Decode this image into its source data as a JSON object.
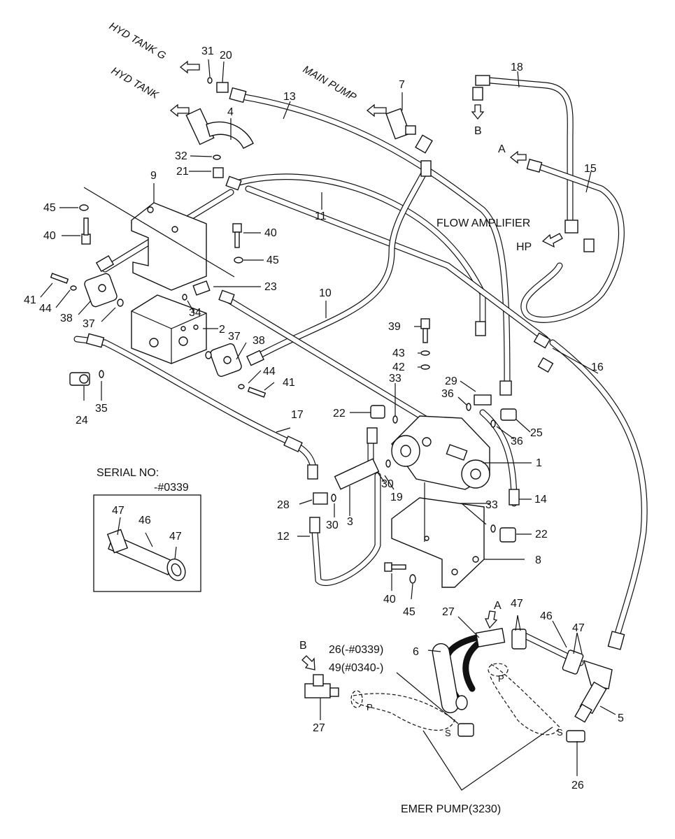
{
  "labels": {
    "hyd_tank_g": "HYD TANK G",
    "hyd_tank": "HYD TANK",
    "main_pump": "MAIN PUMP",
    "flow_amplifier": "FLOW AMPLIFIER",
    "hp": "HP",
    "a_top": "A",
    "b_top": "B",
    "a_bottom": "A",
    "b_bottom": "B",
    "serial_no": "SERIAL NO:",
    "serial_range": "-#0339",
    "note_26": "26(-#0339)",
    "note_49": "49(#0340-)",
    "emer_pump": "EMER PUMP(3230)",
    "port_p1": "P",
    "port_s1": "S",
    "port_p2": "P",
    "port_s2": "S"
  },
  "callouts": [
    {
      "id": "n31",
      "text": "31"
    },
    {
      "id": "n20",
      "text": "20"
    },
    {
      "id": "n4",
      "text": "4"
    },
    {
      "id": "n13",
      "text": "13"
    },
    {
      "id": "n7",
      "text": "7"
    },
    {
      "id": "n18",
      "text": "18"
    },
    {
      "id": "n15",
      "text": "15"
    },
    {
      "id": "n32",
      "text": "32"
    },
    {
      "id": "n21",
      "text": "21"
    },
    {
      "id": "n9",
      "text": "9"
    },
    {
      "id": "n11",
      "text": "11"
    },
    {
      "id": "n45a",
      "text": "45"
    },
    {
      "id": "n40a",
      "text": "40"
    },
    {
      "id": "n40b",
      "text": "40"
    },
    {
      "id": "n45b",
      "text": "45"
    },
    {
      "id": "n23",
      "text": "23"
    },
    {
      "id": "n41a",
      "text": "41"
    },
    {
      "id": "n44a",
      "text": "44"
    },
    {
      "id": "n38a",
      "text": "38"
    },
    {
      "id": "n37a",
      "text": "37"
    },
    {
      "id": "n34",
      "text": "34"
    },
    {
      "id": "n10",
      "text": "10"
    },
    {
      "id": "n2",
      "text": "2"
    },
    {
      "id": "n37b",
      "text": "37"
    },
    {
      "id": "n38b",
      "text": "38"
    },
    {
      "id": "n44b",
      "text": "44"
    },
    {
      "id": "n41b",
      "text": "41"
    },
    {
      "id": "n24",
      "text": "24"
    },
    {
      "id": "n35",
      "text": "35"
    },
    {
      "id": "n39",
      "text": "39"
    },
    {
      "id": "n43",
      "text": "43"
    },
    {
      "id": "n42",
      "text": "42"
    },
    {
      "id": "n33a",
      "text": "33"
    },
    {
      "id": "n29",
      "text": "29"
    },
    {
      "id": "n16",
      "text": "16"
    },
    {
      "id": "n22a",
      "text": "22"
    },
    {
      "id": "n36a",
      "text": "36"
    },
    {
      "id": "n36b",
      "text": "36"
    },
    {
      "id": "n25",
      "text": "25"
    },
    {
      "id": "n17",
      "text": "17"
    },
    {
      "id": "n1",
      "text": "1"
    },
    {
      "id": "n30a",
      "text": "30"
    },
    {
      "id": "n19",
      "text": "19"
    },
    {
      "id": "n28",
      "text": "28"
    },
    {
      "id": "n30b",
      "text": "30"
    },
    {
      "id": "n3",
      "text": "3"
    },
    {
      "id": "n14",
      "text": "14"
    },
    {
      "id": "n33b",
      "text": "33"
    },
    {
      "id": "n22b",
      "text": "22"
    },
    {
      "id": "n12",
      "text": "12"
    },
    {
      "id": "n8",
      "text": "8"
    },
    {
      "id": "n40c",
      "text": "40"
    },
    {
      "id": "n45c",
      "text": "45"
    },
    {
      "id": "n47a",
      "text": "47"
    },
    {
      "id": "n46a",
      "text": "46"
    },
    {
      "id": "n47b",
      "text": "47"
    },
    {
      "id": "n27a",
      "text": "27"
    },
    {
      "id": "n47c",
      "text": "47"
    },
    {
      "id": "n46b",
      "text": "46"
    },
    {
      "id": "n6",
      "text": "6"
    },
    {
      "id": "n47d",
      "text": "47"
    },
    {
      "id": "n27b",
      "text": "27"
    },
    {
      "id": "n5",
      "text": "5"
    },
    {
      "id": "n26",
      "text": "26"
    }
  ]
}
